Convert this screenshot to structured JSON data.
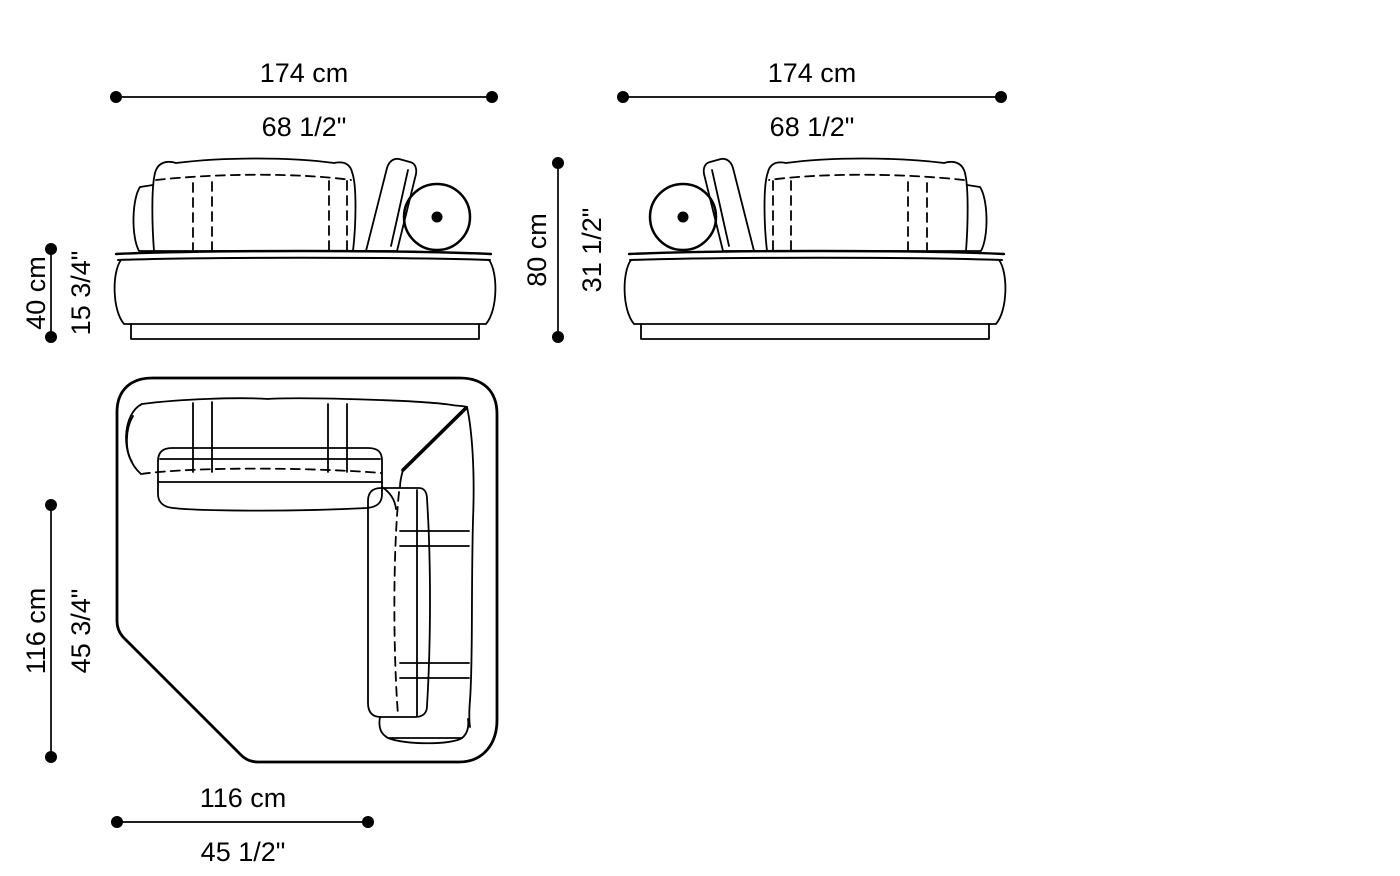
{
  "drawing": {
    "subject": "corner sofa element technical drawing",
    "line_color": "#000000",
    "background_color": "#ffffff"
  },
  "dimensions": {
    "front_left_width": {
      "metric": "174 cm",
      "imperial": "68 1/2\""
    },
    "front_right_width": {
      "metric": "174 cm",
      "imperial": "68 1/2\""
    },
    "seat_height": {
      "metric": "40 cm",
      "imperial": "15 3/4\""
    },
    "overall_height": {
      "metric": "80 cm",
      "imperial": "31 1/2\""
    },
    "plan_depth": {
      "metric": "116 cm",
      "imperial": "45 3/4\""
    },
    "plan_width": {
      "metric": "116 cm",
      "imperial": "45 1/2\""
    }
  }
}
